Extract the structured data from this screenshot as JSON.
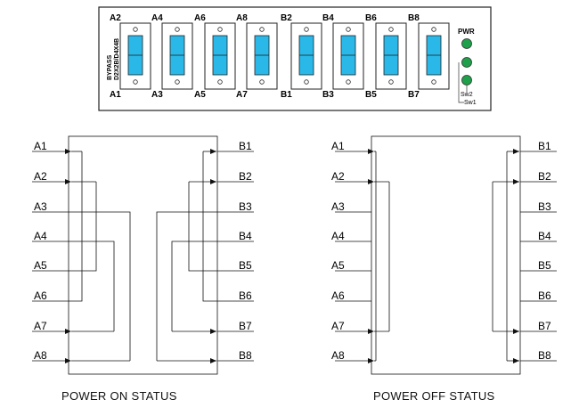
{
  "panel": {
    "bypass_label": "BYPASS",
    "model_label": "D2X2B/D4X4B",
    "pwr_label": "PWR",
    "sw2_label": "Sw2",
    "sw1_label": "Sw1",
    "port_top_labels": [
      "A2",
      "A4",
      "A6",
      "A8",
      "B2",
      "B4",
      "B6",
      "B8"
    ],
    "port_bottom_labels": [
      "A1",
      "A3",
      "A5",
      "A7",
      "B1",
      "B3",
      "B5",
      "B7"
    ],
    "led_color": "#1fa04a",
    "connector_color": "#29b8e8"
  },
  "diagrams": [
    {
      "caption": "POWER ON STATUS",
      "a_labels": [
        "A1",
        "A2",
        "A3",
        "A4",
        "A5",
        "A6",
        "A7",
        "A8"
      ],
      "b_labels": [
        "B1",
        "B2",
        "B3",
        "B4",
        "B5",
        "B6",
        "B7",
        "B8"
      ]
    },
    {
      "caption": "POWER OFF STATUS",
      "a_labels": [
        "A1",
        "A2",
        "A3",
        "A4",
        "A5",
        "A6",
        "A7",
        "A8"
      ],
      "b_labels": [
        "B1",
        "B2",
        "B3",
        "B4",
        "B5",
        "B6",
        "B7",
        "B8"
      ]
    }
  ]
}
